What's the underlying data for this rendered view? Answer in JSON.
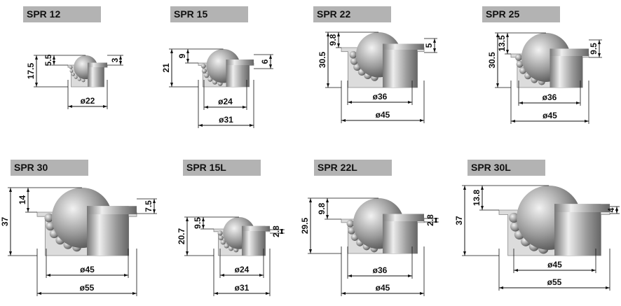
{
  "units": [
    {
      "title": "SPR 12",
      "height": "17.5",
      "ball_protrusion": "5.5",
      "flange": "3",
      "diameters": [
        "ø22"
      ]
    },
    {
      "title": "SPR 15",
      "height": "21",
      "ball_protrusion": "9",
      "flange": "6",
      "diameters": [
        "ø24",
        "ø31"
      ]
    },
    {
      "title": "SPR 22",
      "height": "30.5",
      "ball_protrusion": "9.8",
      "flange": "5",
      "diameters": [
        "ø36",
        "ø45"
      ]
    },
    {
      "title": "SPR 25",
      "height": "30.5",
      "ball_protrusion": "13.5",
      "flange": "9.5",
      "diameters": [
        "ø36",
        "ø45"
      ]
    },
    {
      "title": "SPR 30",
      "height": "37",
      "ball_protrusion": "14",
      "flange": "7.5",
      "diameters": [
        "ø45",
        "ø55"
      ]
    },
    {
      "title": "SPR 15L",
      "height": "20.7",
      "ball_protrusion": "9.5",
      "flange": "2.8",
      "diameters": [
        "ø24",
        "ø31"
      ]
    },
    {
      "title": "SPR 22L",
      "height": "29.5",
      "ball_protrusion": "9.8",
      "flange": "2.8",
      "diameters": [
        "ø36",
        "ø45"
      ]
    },
    {
      "title": "SPR 30L",
      "height": "37",
      "ball_protrusion": "13.8",
      "flange": "4",
      "diameters": [
        "ø45",
        "ø55"
      ]
    }
  ],
  "colors": {
    "title_bar": "#b3b3b3",
    "housing": "#dcdcdc",
    "ball": "#9a9a9a",
    "line": "#111111"
  }
}
